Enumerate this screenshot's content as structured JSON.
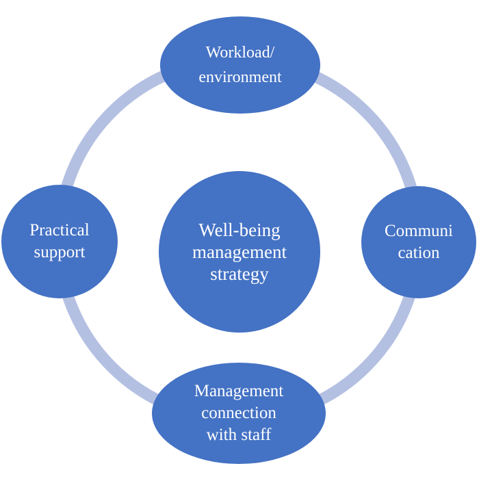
{
  "colors": {
    "node_fill": "#4472C4",
    "ring": "#B4C0E2",
    "text": "#FFFFFF"
  },
  "nodes": {
    "center": {
      "lines": [
        "Well-being",
        "management",
        "strategy"
      ]
    },
    "top": {
      "lines": [
        "Workload/",
        "environment"
      ]
    },
    "right": {
      "lines": [
        "Communi",
        "cation"
      ]
    },
    "bottom": {
      "lines": [
        "Management",
        "connection",
        "with staff"
      ]
    },
    "left": {
      "lines": [
        "Practical",
        "support"
      ]
    }
  }
}
